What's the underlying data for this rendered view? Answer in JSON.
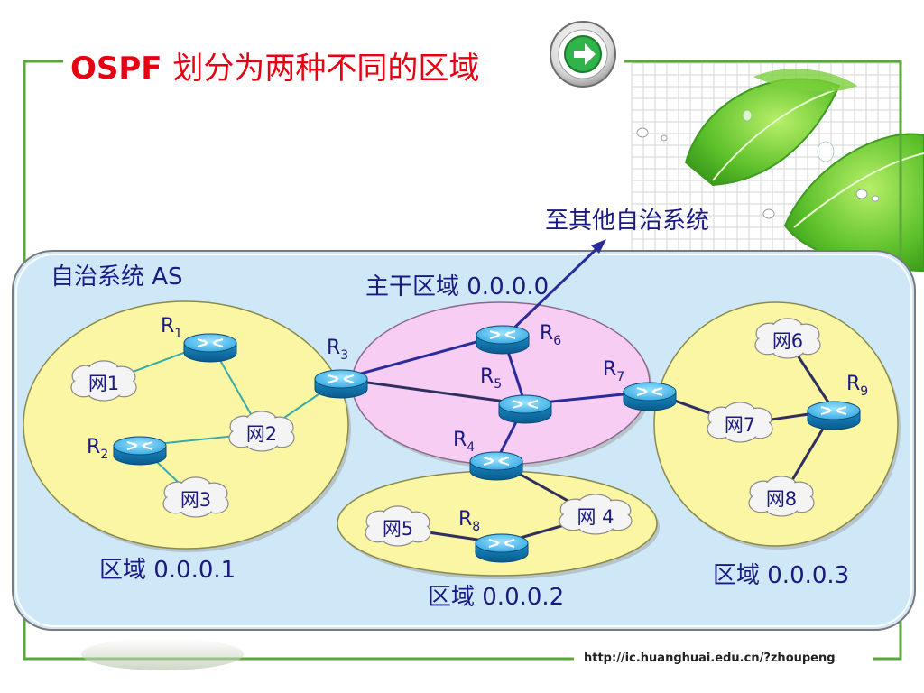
{
  "slide": {
    "title_prefix": "OSPF",
    "title_text": "划分为两种不同的区域",
    "url": "http://ic.huanghuai.edu.cn/?zhoupeng",
    "nav_icon": "green-arrow-right-icon"
  },
  "diagram": {
    "outside_label": "至其他自治系统",
    "as_label": "自治系统 AS",
    "areas": [
      {
        "id": "backbone",
        "label": "主干区域 0.0.0.0",
        "fill": "#f7cdf3"
      },
      {
        "id": "area1",
        "label": "区域 0.0.0.1",
        "fill": "#fbf6a3"
      },
      {
        "id": "area2",
        "label": "区域 0.0.0.2",
        "fill": "#fbf6a3"
      },
      {
        "id": "area3",
        "label": "区域 0.0.0.3",
        "fill": "#fbf6a3"
      }
    ],
    "routers": [
      {
        "id": "R1",
        "letter": "R",
        "sub": "1"
      },
      {
        "id": "R2",
        "letter": "R",
        "sub": "2"
      },
      {
        "id": "R3",
        "letter": "R",
        "sub": "3"
      },
      {
        "id": "R4",
        "letter": "R",
        "sub": "4"
      },
      {
        "id": "R5",
        "letter": "R",
        "sub": "5"
      },
      {
        "id": "R6",
        "letter": "R",
        "sub": "6"
      },
      {
        "id": "R7",
        "letter": "R",
        "sub": "7"
      },
      {
        "id": "R8",
        "letter": "R",
        "sub": "8"
      },
      {
        "id": "R9",
        "letter": "R",
        "sub": "9"
      }
    ],
    "networks": [
      {
        "id": "N1",
        "label": "网1"
      },
      {
        "id": "N2",
        "label": "网2"
      },
      {
        "id": "N3",
        "label": "网3"
      },
      {
        "id": "N4",
        "label": "网 4"
      },
      {
        "id": "N5",
        "label": "网5"
      },
      {
        "id": "N6",
        "label": "网6"
      },
      {
        "id": "N7",
        "label": "网7"
      },
      {
        "id": "N8",
        "label": "网8"
      }
    ],
    "links": [
      {
        "from": "R1",
        "to": "N1",
        "style": "teal"
      },
      {
        "from": "R1",
        "to": "N2",
        "style": "teal"
      },
      {
        "from": "R2",
        "to": "N2",
        "style": "teal"
      },
      {
        "from": "R2",
        "to": "N3",
        "style": "teal"
      },
      {
        "from": "N2",
        "to": "R3",
        "style": "teal"
      },
      {
        "from": "R3",
        "to": "R6",
        "style": "backbone"
      },
      {
        "from": "R3",
        "to": "R5",
        "style": "dark"
      },
      {
        "from": "R6",
        "to": "R5",
        "style": "backbone"
      },
      {
        "from": "R5",
        "to": "R7",
        "style": "backbone"
      },
      {
        "from": "R5",
        "to": "R4",
        "style": "backbone"
      },
      {
        "from": "R4",
        "to": "N4",
        "style": "dark"
      },
      {
        "from": "N4",
        "to": "R8",
        "style": "dark"
      },
      {
        "from": "R8",
        "to": "N5",
        "style": "dark"
      },
      {
        "from": "R7",
        "to": "N7",
        "style": "dark"
      },
      {
        "from": "N7",
        "to": "R9",
        "style": "dark"
      },
      {
        "from": "R9",
        "to": "N6",
        "style": "dark"
      },
      {
        "from": "R9",
        "to": "N8",
        "style": "dark"
      }
    ],
    "colors": {
      "as_fill": "#cfe8f8",
      "link_teal": "#3aa9a9",
      "link_backbone": "#2b2c9a",
      "link_dark": "#303060",
      "router_top": "#5fc6f0",
      "router_side": "#0f6fa8",
      "text_blue": "#1a1a80"
    }
  }
}
